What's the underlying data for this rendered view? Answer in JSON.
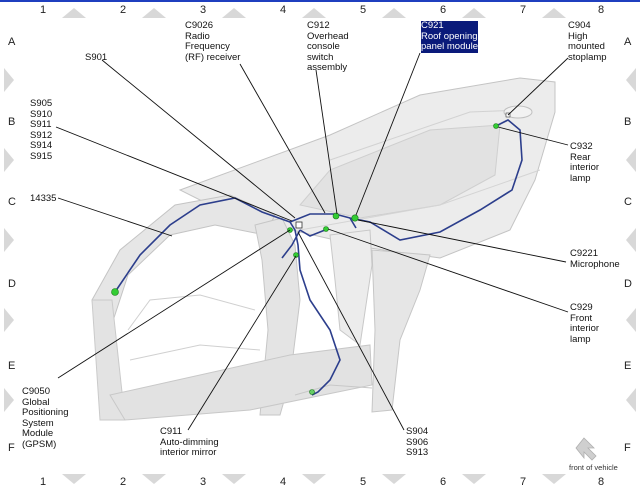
{
  "grid": {
    "columns": [
      "1",
      "2",
      "3",
      "4",
      "5",
      "6",
      "7",
      "8"
    ],
    "rows": [
      "A",
      "B",
      "C",
      "D",
      "E",
      "F"
    ]
  },
  "labels": {
    "c9026": "C9026\nRadio\nFrequency\n(RF) receiver",
    "c912": "C912\nOverhead\nconsole\nswitch\nassembly",
    "c921": "C921\nRoof opening\npanel module",
    "c904": "C904\nHigh\nmounted\nstoplamp",
    "s901": "S901",
    "s905": "S905\nS910\nS911\nS912\nS914\nS915",
    "n14335": "14335",
    "c932": "C932\nRear\ninterior\nlamp",
    "c9221": "C9221\nMicrophone",
    "c929": "C929\nFront\ninterior\nlamp",
    "c9050": "C9050\nGlobal\nPositioning\nSystem\nModule\n(GPSM)",
    "c911": "C911\nAuto-dimming\ninterior mirror",
    "s904": "S904\nS906\nS913"
  },
  "front_of_vehicle": "front of vehicle",
  "colors": {
    "highlight": "#0a1a7a",
    "harness": "#2c3e8c",
    "connector": "#33cc33",
    "marker": "#d8d8d8"
  }
}
